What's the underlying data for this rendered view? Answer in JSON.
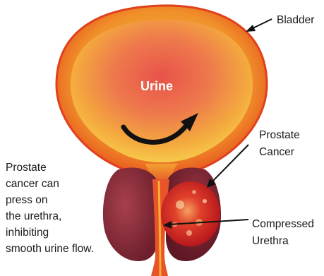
{
  "labels": {
    "bladder": "Bladder",
    "urine": "Urine",
    "prostate_cancer_line1": "Prostate",
    "prostate_cancer_line2": "Cancer",
    "compressed_line1": "Compressed",
    "compressed_line2": "Urethra"
  },
  "note": "Prostate\ncancer can\npress on\nthe urethra,\ninhibiting\nsmooth urine flow.",
  "colors": {
    "bladder_wall": "#e8411a",
    "bladder_inner": "#f6b02a",
    "urine_core": "#e85a4a",
    "prostate": "#8a2a3a",
    "tumor": "#d8201e",
    "arrow": "#111111"
  }
}
